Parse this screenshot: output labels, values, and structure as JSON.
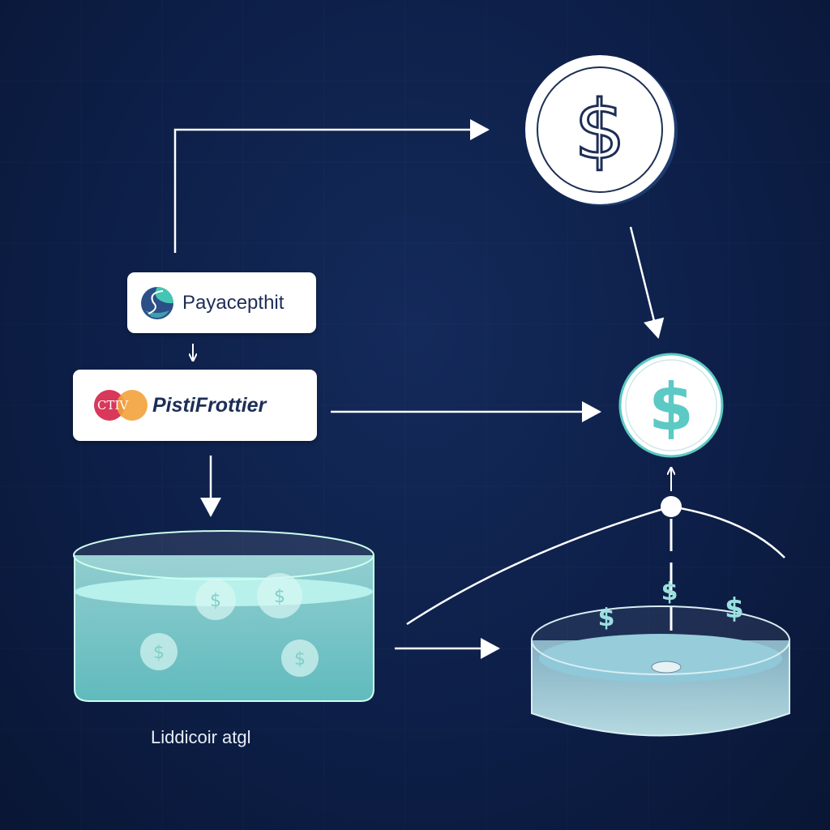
{
  "nodes": {
    "payment_provider": {
      "label": "Payacepthit",
      "logo_icon": "payacepthit-logo"
    },
    "processor": {
      "label": "PistiFrottier",
      "logo_text": "CTIV"
    },
    "liquidity_pool": {
      "label": "Liddicoir atgl"
    },
    "large_coin": {
      "symbol": "$"
    },
    "target_coin": {
      "symbol": "$"
    },
    "pool_coins": [
      "$",
      "$",
      "$",
      "$"
    ],
    "floating_coins": [
      "$",
      "$",
      "$"
    ]
  },
  "colors": {
    "background": "#0d1f48",
    "accent": "#5cc9c4",
    "text_dark": "#1d2e55",
    "arrow": "#ffffff"
  }
}
